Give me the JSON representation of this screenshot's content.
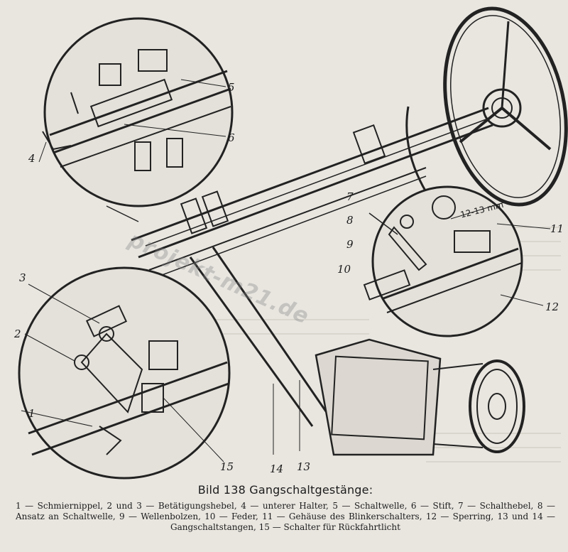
{
  "watermark": "projekt-m21.de",
  "dimension": "12-13 mm",
  "callouts": {
    "c1": "1",
    "c2": "2",
    "c3": "3",
    "c4": "4",
    "c5": "5",
    "c6": "6",
    "c7": "7",
    "c8": "8",
    "c9": "9",
    "c10": "10",
    "c11": "11",
    "c12": "12",
    "c13": "13",
    "c14": "14",
    "c15": "15"
  },
  "caption": {
    "title": "Bild 138 Gangschaltgestänge:",
    "text": "1 — Schmiernippel, 2 und 3 — Betätigungshebel, 4 — unterer Halter, 5 — Schaltwelle, 6 — Stift, 7 — Schalthebel, 8 — Ansatz an Schaltwelle, 9 — Wellenbolzen, 10 — Feder, 11 — Gehäuse des Blinkerschalters, 12 — Sperring, 13 und 14 — Gangschaltstangen, 15 — Schalter für Rückfahrtlicht"
  }
}
